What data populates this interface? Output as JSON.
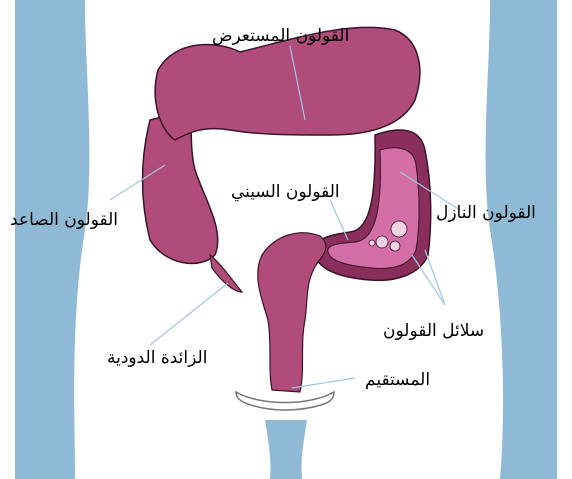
{
  "colors": {
    "background": "#ffffff",
    "body_shade": "#8fbad6",
    "colon_fill": "#b04c7a",
    "colon_dark": "#8a2f5c",
    "colon_outline": "#3a1428",
    "colon_lumen": "#d46ea6",
    "polyp_fill": "#f3d2e4",
    "leader_line": "#9ec7de",
    "outline_anus": "#777777"
  },
  "labels": {
    "transverse_colon": "القولون المستعرض",
    "sigmoid_colon": "القولون السيني",
    "descending_colon": "القولون النازل",
    "ascending_colon": "القولون الصاعد",
    "colon_polyps": "سلائل القولون",
    "appendix": "الزائدة الدودية",
    "rectum": "المستقيم"
  },
  "icons": {
    "body": "torso-silhouette",
    "colon": "large-intestine",
    "polyps": "polyp-circles"
  }
}
